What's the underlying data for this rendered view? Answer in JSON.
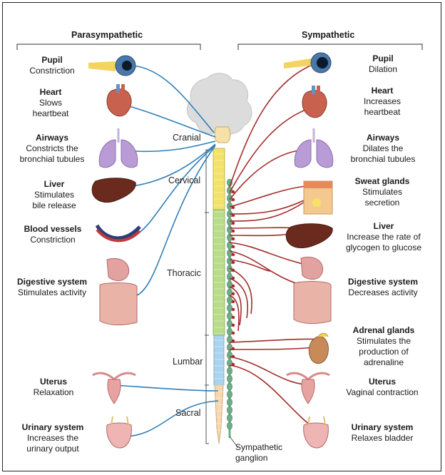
{
  "headers": {
    "left": "Parasympathetic",
    "right": "Sympathetic"
  },
  "segments": {
    "cranial": "Cranial",
    "cervical": "Cervical",
    "thoracic": "Thoracic",
    "lumbar": "Lumbar",
    "sacral": "Sacral"
  },
  "ganglion": {
    "line1": "Sympathetic",
    "line2": "ganglion"
  },
  "left": [
    {
      "title": "Pupil",
      "lines": [
        "Constriction"
      ]
    },
    {
      "title": "Heart",
      "lines": [
        "Slows",
        "heartbeat"
      ]
    },
    {
      "title": "Airways",
      "lines": [
        "Constricts the",
        "bronchial tubules"
      ]
    },
    {
      "title": "Liver",
      "lines": [
        "Stimulates",
        "bile release"
      ]
    },
    {
      "title": "Blood vessels",
      "lines": [
        "Constriction"
      ]
    },
    {
      "title": "Digestive system",
      "lines": [
        "Stimulates activity"
      ]
    },
    {
      "title": "Uterus",
      "lines": [
        "Relaxation"
      ]
    },
    {
      "title": "Urinary system",
      "lines": [
        "Increases the",
        "urinary output"
      ]
    }
  ],
  "right": [
    {
      "title": "Pupil",
      "lines": [
        "Dilation"
      ]
    },
    {
      "title": "Heart",
      "lines": [
        "Increases",
        "heartbeat"
      ]
    },
    {
      "title": "Airways",
      "lines": [
        "Dilates the",
        "bronchial tubules"
      ]
    },
    {
      "title": "Sweat glands",
      "lines": [
        "Stimulates",
        "secretion"
      ]
    },
    {
      "title": "Liver",
      "lines": [
        "Increase the rate of",
        "glycogen to glucose"
      ]
    },
    {
      "title": "Digestive system",
      "lines": [
        "Decreases activity"
      ]
    },
    {
      "title": "Adrenal glands",
      "lines": [
        "Stimulates the",
        "production of",
        "adrenaline"
      ]
    },
    {
      "title": "Uterus",
      "lines": [
        "Vaginal contraction"
      ]
    },
    {
      "title": "Urinary system",
      "lines": [
        "Relaxes bladder"
      ]
    }
  ],
  "colors": {
    "parasympathetic": "#2f7fb8",
    "sympathetic": "#a52a2a",
    "cervical": "#f2e26a",
    "thoracic": "#b9dc8a",
    "lumbar": "#a9d3ef",
    "sacral": "#f6d7b0",
    "brain": "#dcdcdc",
    "ganglion": "#6fae86"
  }
}
